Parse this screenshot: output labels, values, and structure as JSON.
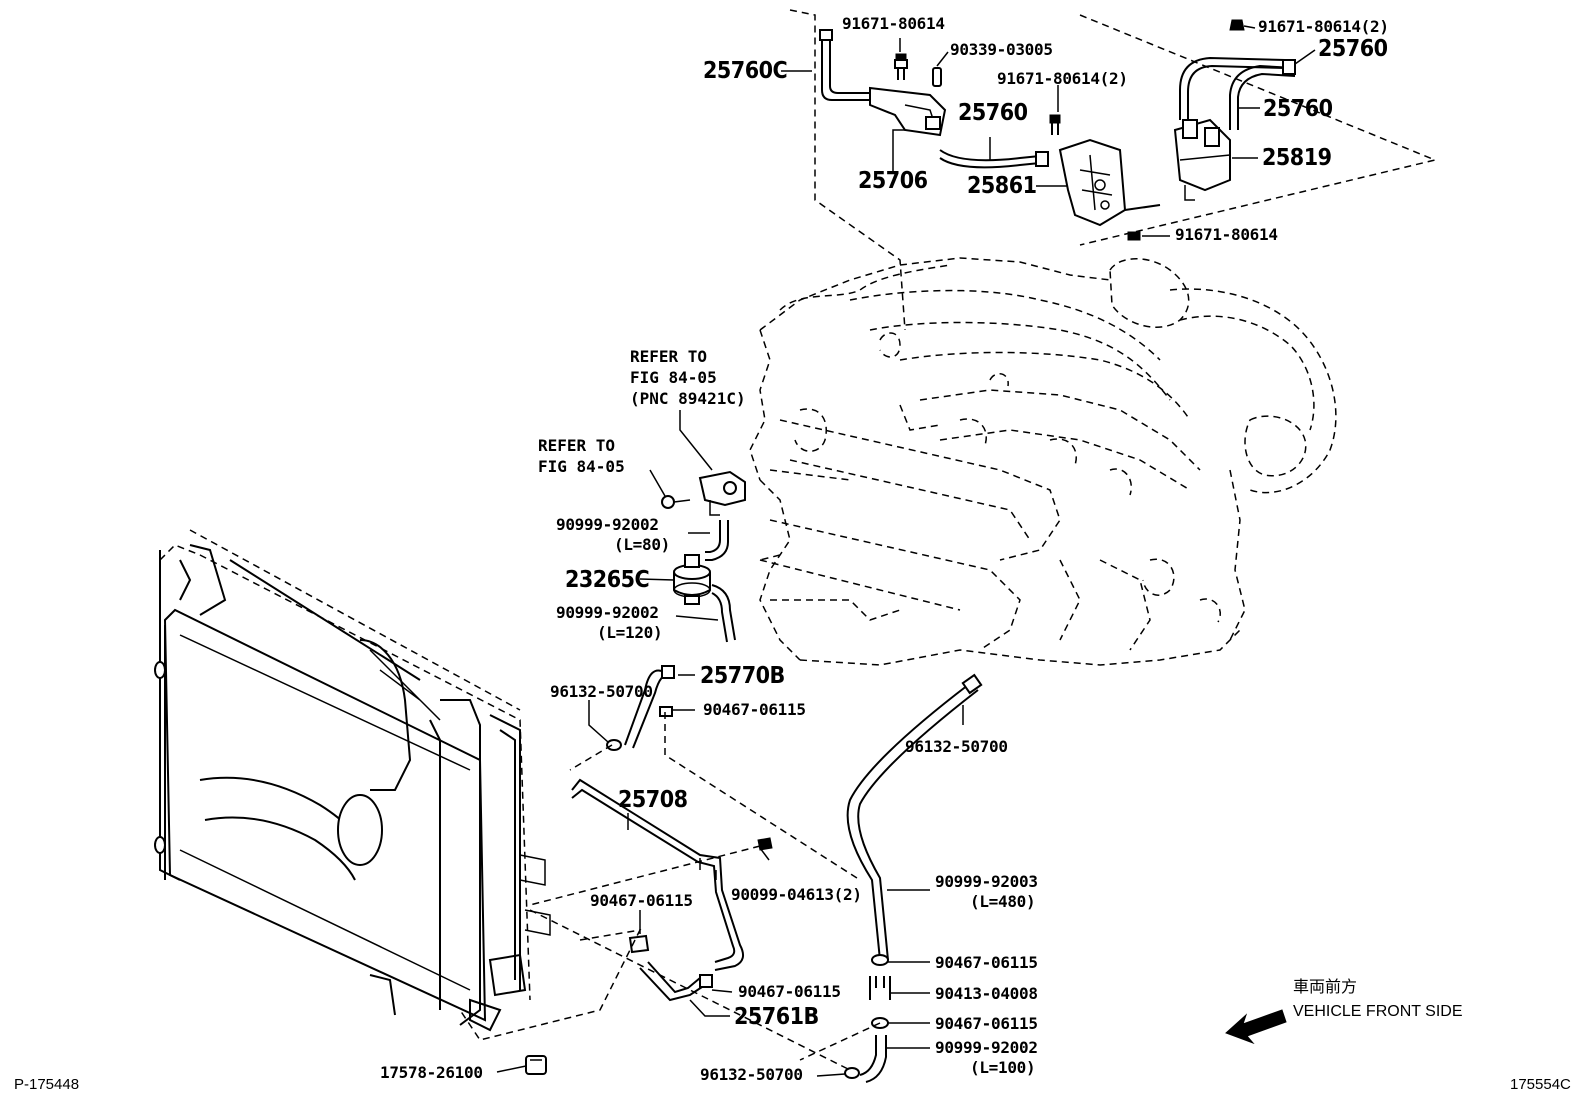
{
  "labels": {
    "p_91671_80614_top": "91671-80614",
    "p_90339_03005": "90339-03005",
    "p_91671_80614_2_top": "91671-80614(2)",
    "p_25760_a": "25760",
    "p_25760C": "25760C",
    "p_91671_80614_2_mid": "91671-80614(2)",
    "p_25760_b": "25760",
    "p_25760_c": "25760",
    "p_25819": "25819",
    "p_25706": "25706",
    "p_25861": "25861",
    "p_91671_80614_low": "91671-80614",
    "refer1_l1": "REFER TO",
    "refer1_l2": "FIG 84-05",
    "refer1_l3": "(PNC 89421C)",
    "refer2_l1": "REFER TO",
    "refer2_l2": "FIG 84-05",
    "p_90999_92002_a": "90999-92002",
    "p_90999_92002_a_len": "(L=80)",
    "p_23265C": "23265C",
    "p_90999_92002_b": "90999-92002",
    "p_90999_92002_b_len": "(L=120)",
    "p_96132_50700_a": "96132-50700",
    "p_25770B": "25770B",
    "p_90467_06115_a": "90467-06115",
    "p_96132_50700_b": "96132-50700",
    "p_25708": "25708",
    "p_90099_04613": "90099-04613(2)",
    "p_90467_06115_b": "90467-06115",
    "p_90999_92003": "90999-92003",
    "p_90999_92003_len": "(L=480)",
    "p_90467_06115_c": "90467-06115",
    "p_90467_06115_d": "90467-06115",
    "p_90413_04008": "90413-04008",
    "p_90467_06115_e": "90467-06115",
    "p_25761B": "25761B",
    "p_90999_92002_c": "90999-92002",
    "p_90999_92002_c_len": "(L=100)",
    "p_17578_26100": "17578-26100",
    "p_96132_50700_c": "96132-50700"
  },
  "direction": {
    "jp": "車両前方",
    "en": "VEHICLE FRONT SIDE"
  },
  "footer": {
    "left": "P-175448",
    "right": "175554C"
  }
}
